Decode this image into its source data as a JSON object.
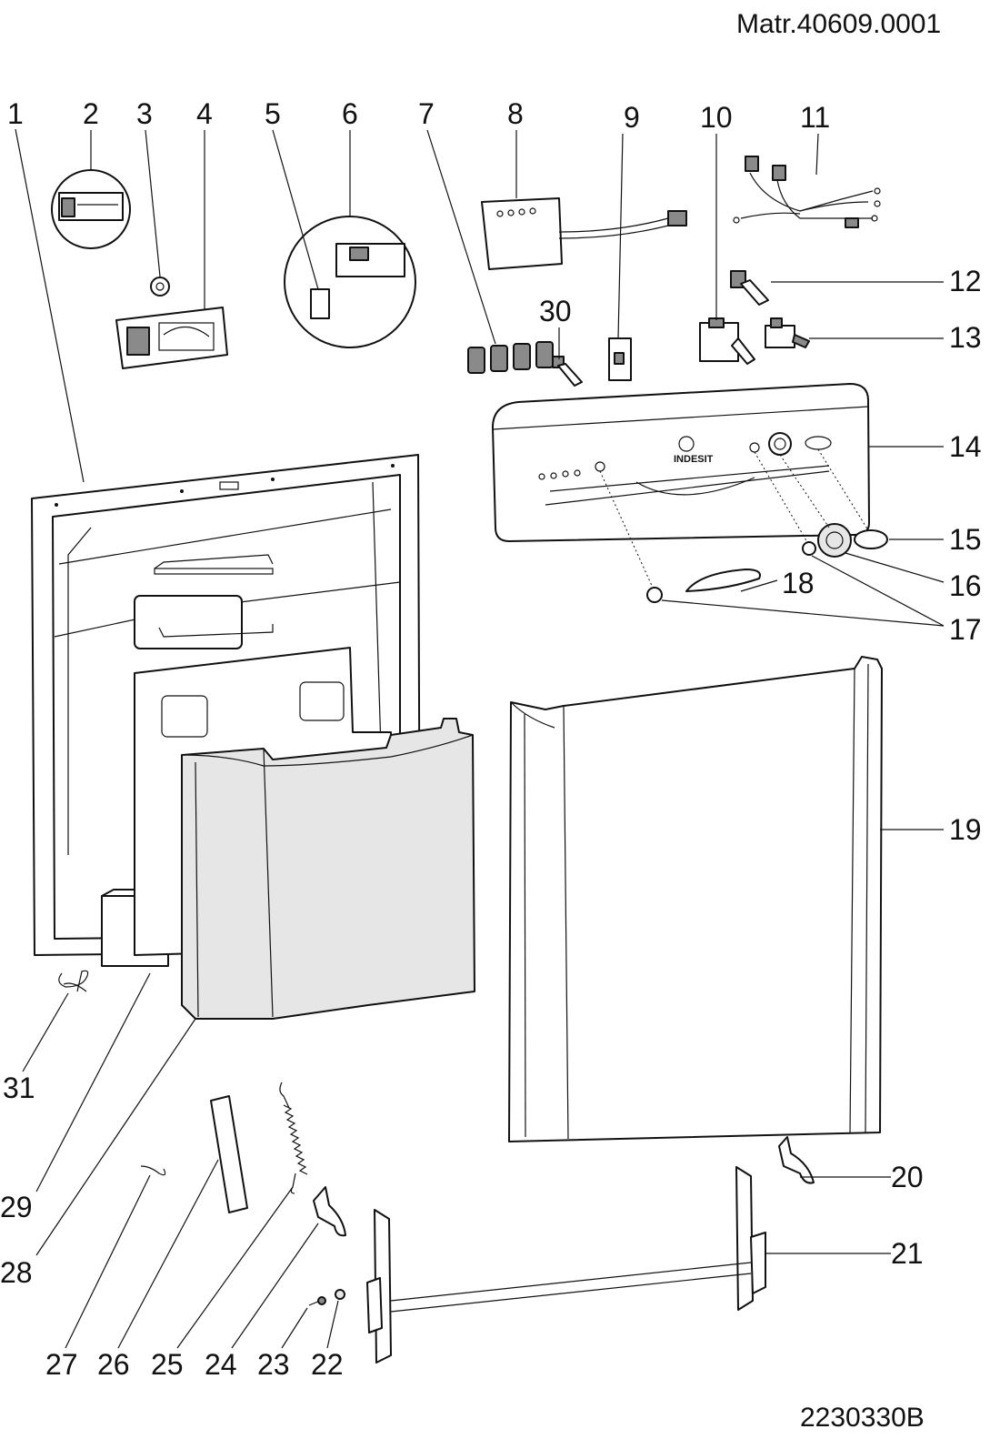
{
  "header": {
    "code": "Matr.40609.0001"
  },
  "footer": {
    "drawing_no": "2230330B"
  },
  "brand": {
    "logo_text": "INDESIT"
  },
  "part_numbers": [
    "1",
    "2",
    "3",
    "4",
    "5",
    "6",
    "7",
    "8",
    "9",
    "10",
    "11",
    "12",
    "13",
    "14",
    "15",
    "16",
    "17",
    "18",
    "19",
    "20",
    "21",
    "22",
    "23",
    "24",
    "25",
    "26",
    "27",
    "28",
    "29",
    "30",
    "31"
  ]
}
